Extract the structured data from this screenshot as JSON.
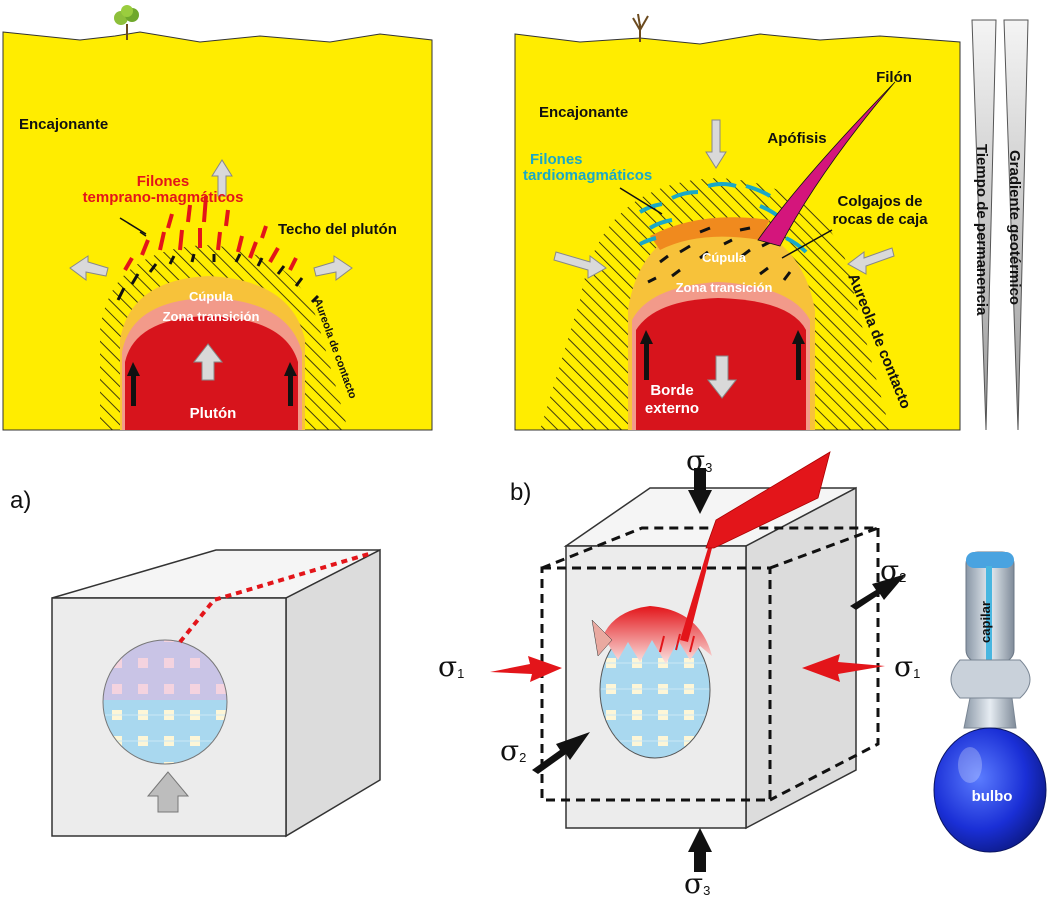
{
  "top_left": {
    "encajonante": "Encajonante",
    "filones": [
      "Filones",
      "temprano-magmáticos"
    ],
    "techo": "Techo del plutón",
    "cupula": "Cúpula",
    "zona": "Zona transición",
    "aureola": "Aureola de contacto",
    "pluton": "Plutón"
  },
  "top_right": {
    "encajonante": "Encajonante",
    "filon": "Filón",
    "apofisis": "Apófisis",
    "filones": [
      "Filones",
      "tardiomagmáticos"
    ],
    "colgajos": [
      "Colgajos de",
      "rocas de caja"
    ],
    "cupula": "Cúpula",
    "zona": "Zona transición",
    "aureola": "Aureola de contacto",
    "borde": [
      "Borde",
      "externo"
    ]
  },
  "scales": {
    "tiempo": "Tiempo de permanencia",
    "gradiente": "Gradiente geotérmico"
  },
  "bottom": {
    "panel_a": "a)",
    "panel_b": "b)",
    "sigma": "σ",
    "sigma1_sub": "1",
    "sigma2_sub": "2",
    "sigma3_sub": "3",
    "capilar": "capilar",
    "bulbo": "bulbo"
  },
  "colors": {
    "host_rock": "#ffed00",
    "pluton": "#d7141c",
    "cupula": "#f7c23a",
    "transition": "#f29a8a",
    "early_dikes": "#e3151a",
    "late_dikes": "#19a8c7",
    "apophysis": "#d4157c",
    "block": "#ececec"
  }
}
